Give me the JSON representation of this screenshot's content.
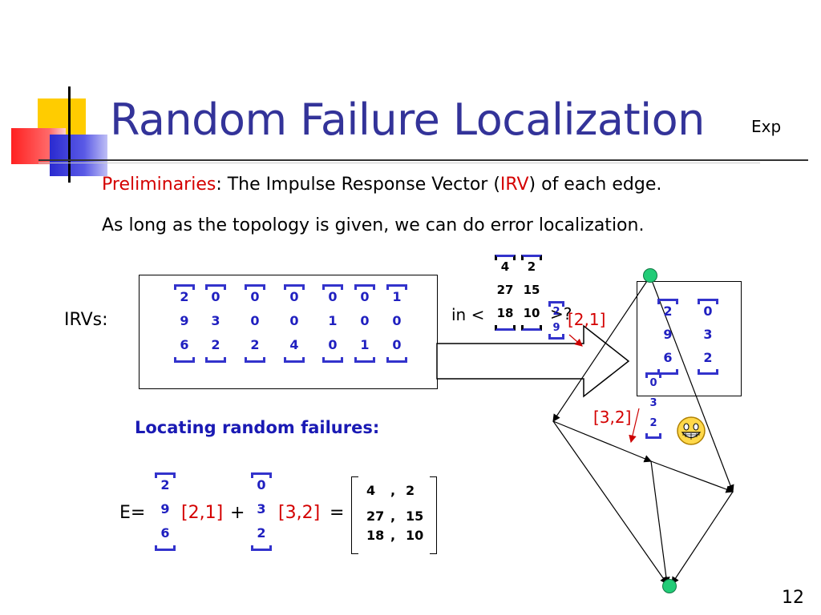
{
  "slide": {
    "title": "Random Failure Localization",
    "corner_label": "Exp",
    "page_number": "12"
  },
  "intro": {
    "line1_highlight": "Preliminaries",
    "line1_a": ": The Impulse Response Vector (",
    "line1_irv": "IRV",
    "line1_b": ") of each edge.",
    "line2": "As long as the topology is given, we can do error localization."
  },
  "irvs": {
    "label": "IRVs:",
    "vectors": [
      [
        "2",
        "9",
        "6"
      ],
      [
        "0",
        "3",
        "2"
      ],
      [
        "0",
        "0",
        "2"
      ],
      [
        "0",
        "0",
        "4"
      ],
      [
        "0",
        "1",
        "0"
      ],
      [
        "0",
        "0",
        "1"
      ],
      [
        "1",
        "0",
        "0"
      ]
    ]
  },
  "observation": {
    "matrix": [
      [
        "4",
        "2"
      ],
      [
        "27",
        "15"
      ],
      [
        "18",
        "10"
      ]
    ],
    "query_prefix": "in <",
    "query_suffix": ">?",
    "candidate_1": "[2,1]",
    "candidate_2": "[3,2]",
    "small_vec_a": [
      "2",
      "9"
    ],
    "small_vec_b": [
      "0",
      "3",
      "2"
    ]
  },
  "right_box": {
    "vectors": [
      [
        "2",
        "9",
        "6"
      ],
      [
        "0",
        "3",
        "2"
      ]
    ]
  },
  "locating": {
    "heading": "Locating random failures:",
    "eq_prefix": "E=",
    "vec1": [
      "2",
      "9",
      "6"
    ],
    "label1": "[2,1]",
    "plus": "+",
    "vec2": [
      "0",
      "3",
      "2"
    ],
    "label2": "[3,2]",
    "equals": "=",
    "result": [
      [
        "4",
        ",",
        "2"
      ],
      [
        "27",
        ",",
        "15"
      ],
      [
        "18",
        ",",
        "10"
      ]
    ]
  },
  "icons": {
    "decoration": "corner-squares-decoration",
    "smiley": "grinning-face-icon"
  }
}
